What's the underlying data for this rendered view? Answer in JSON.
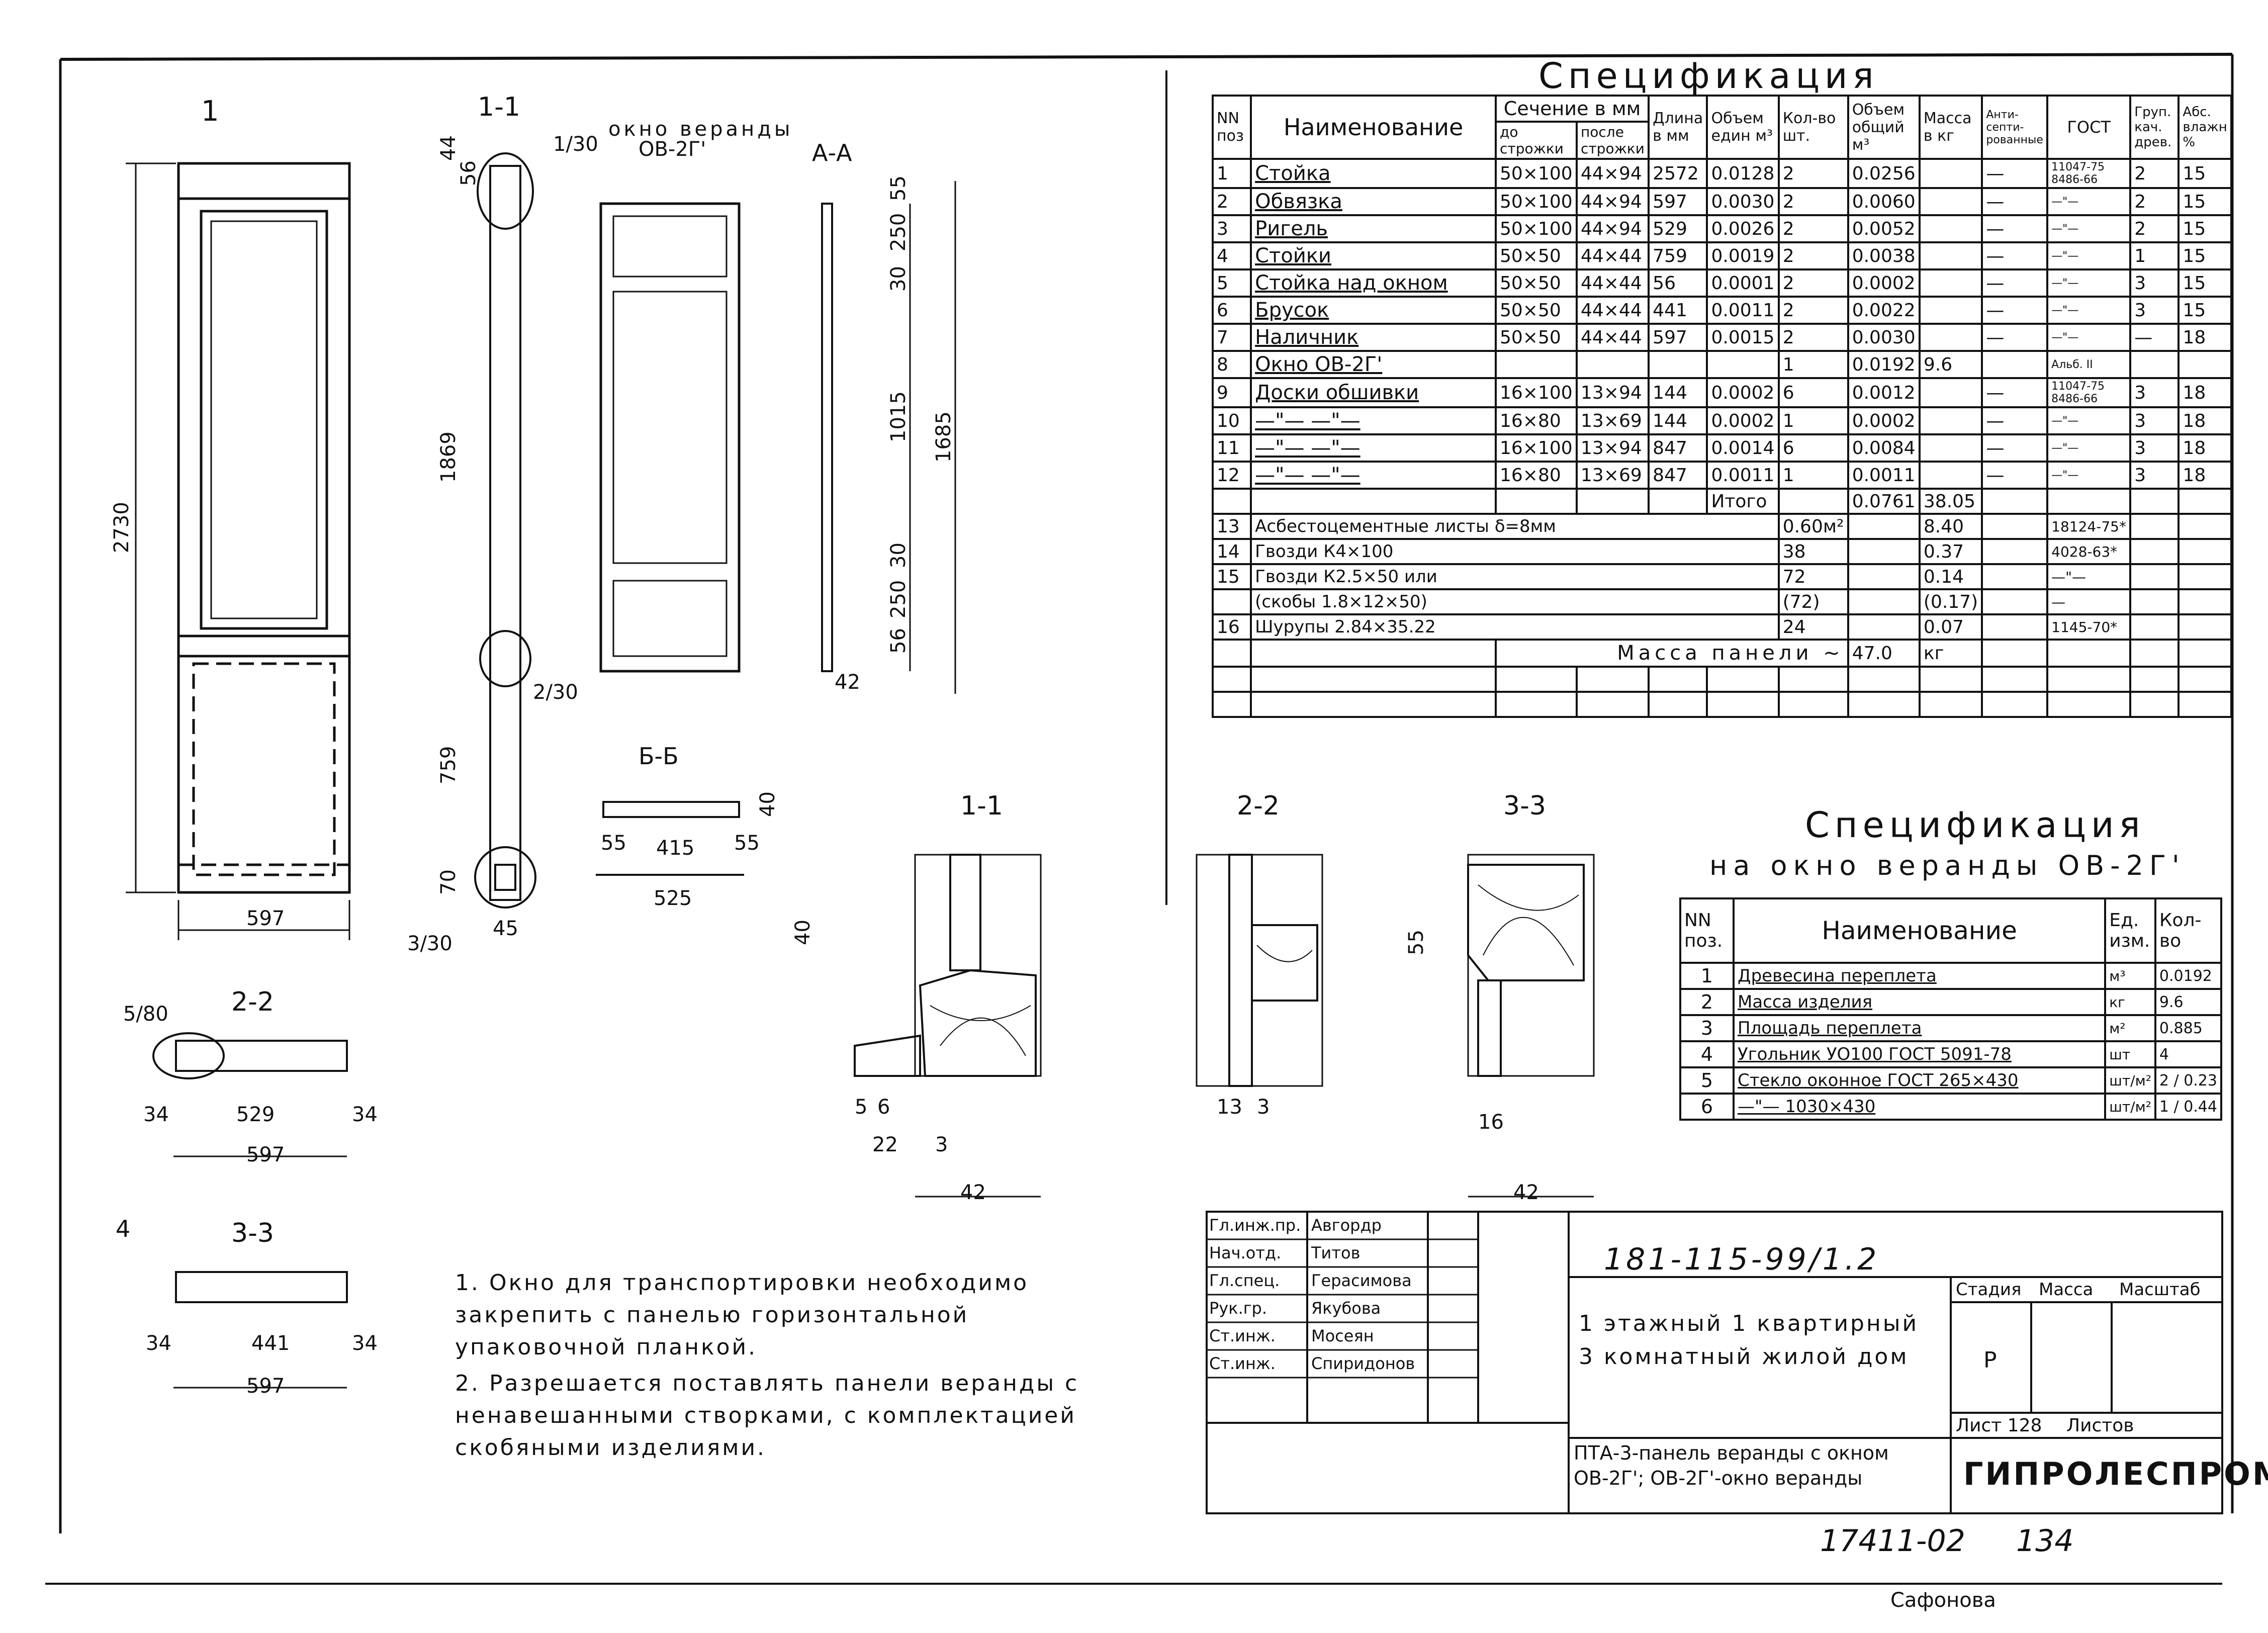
{
  "spec_title": "Спецификация",
  "spec_headers": {
    "nn": "NN поз",
    "name": "Наименование",
    "section": "Сечение в мм",
    "section_before": "до строжки",
    "section_after": "после строжки",
    "length": "Длина в мм",
    "volume_unit": "Объем един м³",
    "qty": "Кол-во шт.",
    "volume_total": "Объем общий м³",
    "mass": "Масса в кг",
    "antisept": "Анти-септи-рованные",
    "gost": "ГОСТ",
    "wood_group": "Груп. кач. древ.",
    "humidity": "Абс. влажн %"
  },
  "spec_rows": [
    {
      "n": "1",
      "name": "Стойка",
      "s1": "50×100",
      "s2": "44×94",
      "len": "2572",
      "vol": "0.0128",
      "qty": "2",
      "tot": "0.0256",
      "mass": "",
      "anti": "—",
      "gost": "11047-75 8486-66",
      "grp": "2",
      "hum": "15"
    },
    {
      "n": "2",
      "name": "Обвязка",
      "s1": "50×100",
      "s2": "44×94",
      "len": "597",
      "vol": "0.0030",
      "qty": "2",
      "tot": "0.0060",
      "mass": "",
      "anti": "—",
      "gost": "—\"—",
      "grp": "2",
      "hum": "15"
    },
    {
      "n": "3",
      "name": "Ригель",
      "s1": "50×100",
      "s2": "44×94",
      "len": "529",
      "vol": "0.0026",
      "qty": "2",
      "tot": "0.0052",
      "mass": "",
      "anti": "—",
      "gost": "—\"—",
      "grp": "2",
      "hum": "15"
    },
    {
      "n": "4",
      "name": "Стойки",
      "s1": "50×50",
      "s2": "44×44",
      "len": "759",
      "vol": "0.0019",
      "qty": "2",
      "tot": "0.0038",
      "mass": "",
      "anti": "—",
      "gost": "—\"—",
      "grp": "1",
      "hum": "15"
    },
    {
      "n": "5",
      "name": "Стойка над окном",
      "s1": "50×50",
      "s2": "44×44",
      "len": "56",
      "vol": "0.0001",
      "qty": "2",
      "tot": "0.0002",
      "mass": "",
      "anti": "—",
      "gost": "—\"—",
      "grp": "3",
      "hum": "15"
    },
    {
      "n": "6",
      "name": "Брусок",
      "s1": "50×50",
      "s2": "44×44",
      "len": "441",
      "vol": "0.0011",
      "qty": "2",
      "tot": "0.0022",
      "mass": "",
      "anti": "—",
      "gost": "—\"—",
      "grp": "3",
      "hum": "15"
    },
    {
      "n": "7",
      "name": "Наличник",
      "s1": "50×50",
      "s2": "44×44",
      "len": "597",
      "vol": "0.0015",
      "qty": "2",
      "tot": "0.0030",
      "mass": "",
      "anti": "—",
      "gost": "—\"—",
      "grp": "—",
      "hum": "18"
    },
    {
      "n": "8",
      "name": "Окно ОВ-2Г'",
      "s1": "",
      "s2": "",
      "len": "",
      "vol": "",
      "qty": "1",
      "tot": "0.0192",
      "mass": "9.6",
      "anti": "",
      "gost": "Альб. II",
      "grp": "",
      "hum": ""
    },
    {
      "n": "9",
      "name": "Доски обшивки",
      "s1": "16×100",
      "s2": "13×94",
      "len": "144",
      "vol": "0.0002",
      "qty": "6",
      "tot": "0.0012",
      "mass": "",
      "anti": "—",
      "gost": "11047-75 8486-66",
      "grp": "3",
      "hum": "18"
    },
    {
      "n": "10",
      "name": "—\"—  —\"—",
      "s1": "16×80",
      "s2": "13×69",
      "len": "144",
      "vol": "0.0002",
      "qty": "1",
      "tot": "0.0002",
      "mass": "",
      "anti": "—",
      "gost": "—\"—",
      "grp": "3",
      "hum": "18"
    },
    {
      "n": "11",
      "name": "—\"—  —\"—",
      "s1": "16×100",
      "s2": "13×94",
      "len": "847",
      "vol": "0.0014",
      "qty": "6",
      "tot": "0.0084",
      "mass": "",
      "anti": "—",
      "gost": "—\"—",
      "grp": "3",
      "hum": "18"
    },
    {
      "n": "12",
      "name": "—\"—  —\"—",
      "s1": "16×80",
      "s2": "13×69",
      "len": "847",
      "vol": "0.0011",
      "qty": "1",
      "tot": "0.0011",
      "mass": "",
      "anti": "—",
      "gost": "—\"—",
      "grp": "3",
      "hum": "18"
    }
  ],
  "spec_total": {
    "label": "Итого",
    "tot": "0.0761",
    "mass": "38.05"
  },
  "spec_extra": [
    {
      "n": "13",
      "name": "Асбестоцементные листы δ=8мм",
      "qty": "0.60м²",
      "mass": "8.40",
      "gost": "18124-75*"
    },
    {
      "n": "14",
      "name": "Гвозди К4×100",
      "qty": "38",
      "mass": "0.37",
      "gost": "4028-63*"
    },
    {
      "n": "15",
      "name": "Гвозди К2.5×50 или",
      "qty": "72",
      "mass": "0.14",
      "gost": "—\"—"
    },
    {
      "n": "",
      "name": "(скобы 1.8×12×50)",
      "qty": "(72)",
      "mass": "(0.17)",
      "gost": "—"
    },
    {
      "n": "16",
      "name": "Шурупы 2.84×35.22",
      "qty": "24",
      "mass": "0.07",
      "gost": "1145-70*"
    }
  ],
  "panel_mass": {
    "label": "Масса панели ~",
    "value": "47.0",
    "unit": "кг"
  },
  "spec2_title": "Спецификация",
  "spec2_subtitle": "на окно веранды ОВ-2Г'",
  "spec2_headers": {
    "nn": "NN поз.",
    "name": "Наименование",
    "unit": "Ед. изм.",
    "qty": "Кол-во"
  },
  "spec2_rows": [
    {
      "n": "1",
      "name": "Древесина переплета",
      "unit": "м³",
      "qty": "0.0192"
    },
    {
      "n": "2",
      "name": "Масса изделия",
      "unit": "кг",
      "qty": "9.6"
    },
    {
      "n": "3",
      "name": "Площадь переплета",
      "unit": "м²",
      "qty": "0.885"
    },
    {
      "n": "4",
      "name": "Угольник УО100 ГОСТ 5091-78",
      "unit": "шт",
      "qty": "4"
    },
    {
      "n": "5",
      "name": "Стекло оконное ГОСТ 265×430",
      "unit": "шт/м²",
      "qty": "2 / 0.23"
    },
    {
      "n": "6",
      "name": "—\"—  1030×430",
      "unit": "шт/м²",
      "qty": "1 / 0.44"
    }
  ],
  "drawing_labels": {
    "section_1": "1",
    "section_1_1": "1-1",
    "section_a_a": "А-А",
    "section_b_b": "Б-Б",
    "section_2_2": "2-2",
    "section_3_3": "3-3",
    "window_title": "окно веранды",
    "window_code": "ОВ-2Г'",
    "dim_2730": "2730",
    "dim_597": "597",
    "dim_1869": "1869",
    "dim_759": "759",
    "dim_44": "44",
    "dim_56": "56",
    "dim_70": "70",
    "dim_45": "45",
    "dim_55": "55",
    "dim_250": "250",
    "dim_30": "30",
    "dim_1015": "1015",
    "dim_1685": "1685",
    "dim_42": "42",
    "dim_415": "415",
    "dim_525": "525",
    "dim_529": "529",
    "dim_34": "34",
    "dim_441": "441",
    "dim_40": "40",
    "dim_22": "22",
    "dim_16": "16",
    "dim_13": "13",
    "dim_3": "3",
    "dim_5": "5",
    "dim_6": "6",
    "callout_1_30": "1/30",
    "callout_2_30": "2/30",
    "callout_3_30": "3/30",
    "callout_5_80": "5/80",
    "callout_4": "4"
  },
  "notes": [
    "1. Окно для транспортировки необходимо закрепить с панелью горизонтальной упаковочной планкой.",
    "2. Разрешается поставлять панели веранды с ненавешанными створками, с комплектацией скобяными изделиями."
  ],
  "title_block": {
    "doc_code": "181-115-99/1.2",
    "project": "1 этажный 1 квартирный 3 комнатный жилой дом",
    "sheet_desc": "ПТА-3-панель веранды с окном ОВ-2Г'; ОВ-2Г'-окно веранды",
    "stage_label": "Стадия",
    "mass_label": "Масса",
    "scale_label": "Масштаб",
    "stage": "Р",
    "sheet_label": "Лист 128",
    "sheets_label": "Листов",
    "org": "ГИПРОЛЕСПРОМ",
    "people": [
      {
        "role": "Гл.инж.пр.",
        "name": "Авгордр"
      },
      {
        "role": "Нач.отд.",
        "name": "Титов"
      },
      {
        "role": "Гл.спец.",
        "name": "Герасимова"
      },
      {
        "role": "Рук.гр.",
        "name": "Якубова"
      },
      {
        "role": "Ст.инж.",
        "name": "Мосеян"
      },
      {
        "role": "Ст.инж.",
        "name": "Спиридонов"
      }
    ]
  },
  "archive_no": "17411-02",
  "page_no": "134",
  "copied_by": "Сафонова"
}
